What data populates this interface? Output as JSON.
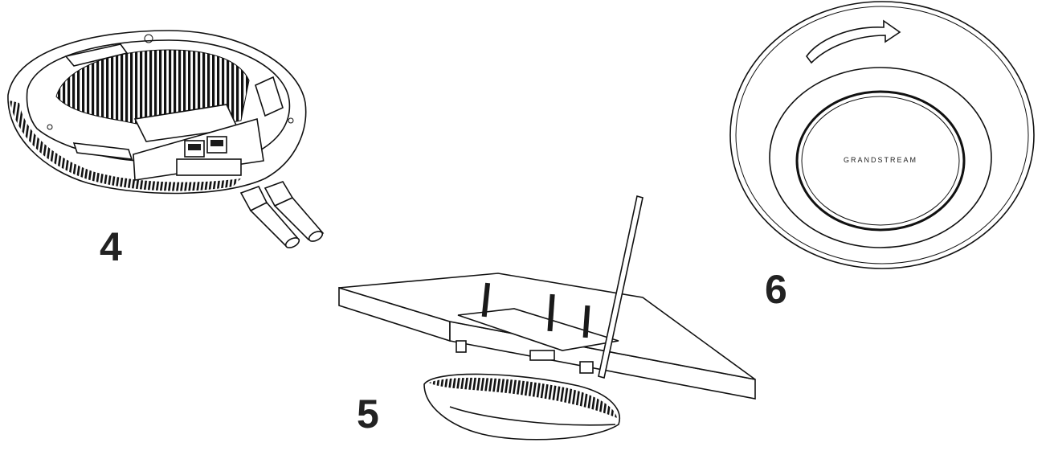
{
  "steps": [
    {
      "number": "4"
    },
    {
      "number": "5"
    },
    {
      "number": "6"
    }
  ],
  "brand_label": "GRANDSTREAM",
  "colors": {
    "ink": "#111111",
    "number": "#222222",
    "background": "#ffffff"
  }
}
